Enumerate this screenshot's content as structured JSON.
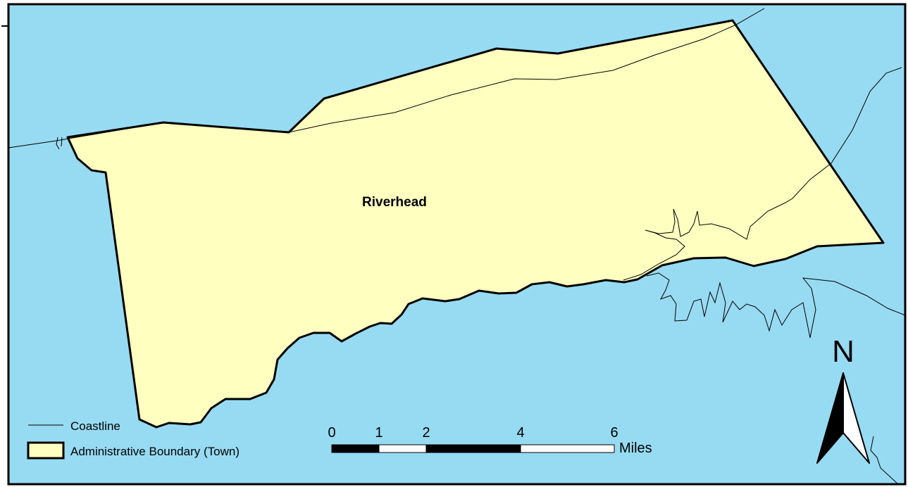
{
  "map": {
    "place_label": "Riverhead",
    "colors": {
      "water": "#97dbf2",
      "land": "#ffffc0",
      "boundary": "#000000",
      "coastline": "#000000"
    }
  },
  "legend": {
    "coastline_label": "Coastline",
    "boundary_label": "Administrative Boundary (Town)"
  },
  "scale_bar": {
    "ticks": [
      "0",
      "1",
      "2",
      "4",
      "6"
    ],
    "unit": "Miles"
  },
  "north_arrow": {
    "label": "N"
  }
}
